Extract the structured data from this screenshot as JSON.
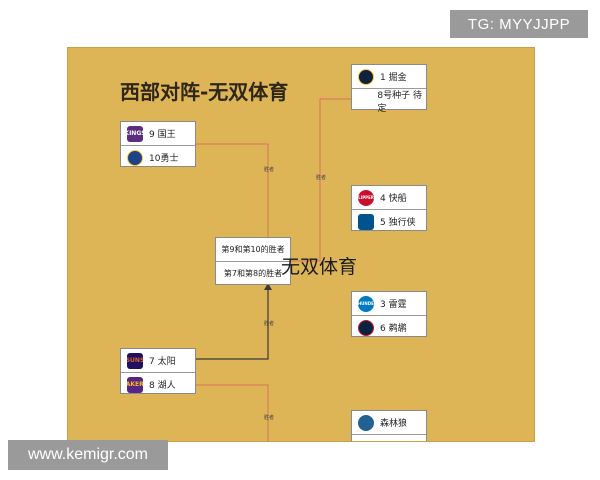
{
  "watermark_top": "TG: MYYJJPP",
  "watermark_bottom": "www.kemigr.com",
  "title": "西部对阵-无双体育",
  "overlay": "无双体育",
  "connector_label": "胜者",
  "center": {
    "line1": "第9和第10的胜者",
    "line2": "第7和第8的胜者"
  },
  "teams": {
    "nuggets": "1 掘金",
    "seed8": "8号种子 待定",
    "kings": "9 国王",
    "warriors": "10勇士",
    "clippers": "4 快船",
    "mavericks": "5 独行侠",
    "thunder": "3 雷霆",
    "pelicans": "6 鹈鹕",
    "suns": "7 太阳",
    "lakers": "8 湖人",
    "wolves": "森林狼"
  },
  "logo_text": {
    "kings": "KINGS",
    "clippers": "CLIPPERS",
    "thunder": "THUNDER",
    "suns": "SUNS",
    "lakers": "LAKERS"
  },
  "colors": {
    "board": "#ddb557",
    "line_red": "#d9725a",
    "line_dark": "#3a3a3a",
    "nuggets": "#0e2240",
    "kings": "#5a2d81",
    "warriors": "#1d428a",
    "clippers": "#c8102e",
    "mavericks": "#00538c",
    "thunder": "#007ac1",
    "pelicans": "#0c2340",
    "suns": "#1d1160",
    "lakers": "#552583",
    "wolves": "#236192"
  }
}
